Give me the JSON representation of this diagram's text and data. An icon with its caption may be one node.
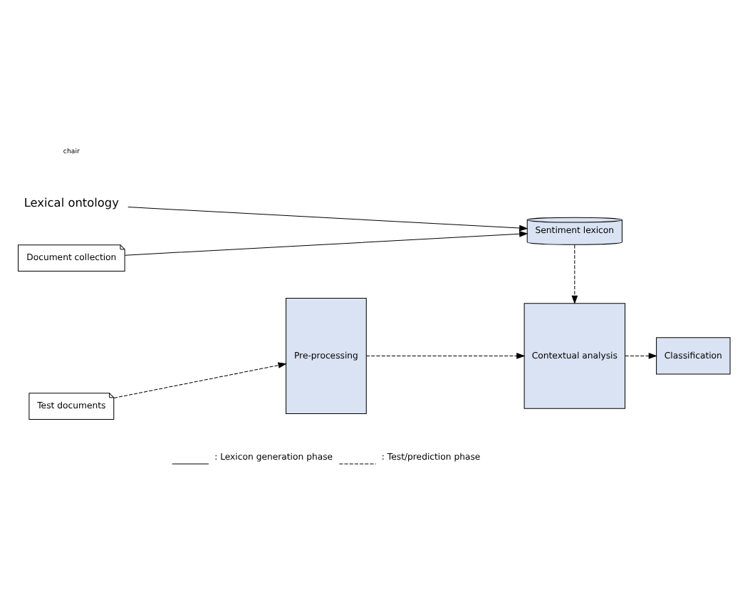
{
  "diagram": {
    "nodes": [
      {
        "text": [
          "Lexical ontology"
        ]
      },
      {
        "text": [
          "Document collection"
        ]
      },
      {
        "text": [
          "Sentiment lexicon"
        ]
      },
      {
        "text": [
          "Test documents"
        ]
      },
      {
        "text": [
          "Pre-processing"
        ]
      },
      {
        "text": [
          "Contextual analysis"
        ]
      },
      {
        "text": [
          "Classification"
        ]
      }
    ],
    "edges": [
      {
        "from": 0,
        "to": 2,
        "arrow": "to"
      },
      {
        "from": 1,
        "to": 2,
        "arrow": "to"
      },
      {
        "from": 2,
        "to": 5,
        "arrow": "to",
        "style": "dashed"
      },
      {
        "from": 3,
        "to": 4,
        "arrow": "to",
        "style": "dashed"
      },
      {
        "from": 4,
        "to": 5,
        "arrow": "to",
        "style": "dashed"
      },
      {
        "from": 5,
        "to": 6,
        "arrow": "to",
        "style": "dashed"
      }
    ],
    "labels": [
      "chair"
    ],
    "legend": [
      {
        "text": ": Lexicon generation phase"
      },
      {
        "text": ": Test/prediction phase"
      }
    ]
  }
}
